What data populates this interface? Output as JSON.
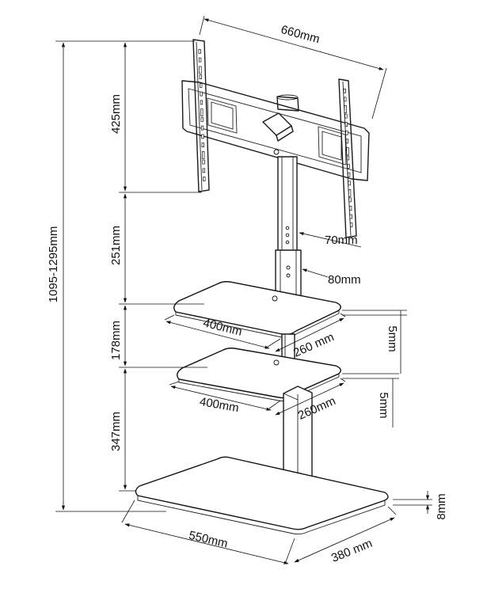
{
  "dimensions": {
    "mount_width": "660mm",
    "height_mount": "425mm",
    "height_column": "251mm",
    "height_total": "1095-1295mm",
    "height_shelf_gap": "178mm",
    "height_lower": "347mm",
    "column_width": "70mm",
    "column_lower_width": "80mm",
    "shelf_upper_width": "400mm",
    "shelf_upper_depth": "260 mm",
    "shelf_upper_thickness": "5mm",
    "shelf_lower_width": "400mm",
    "shelf_lower_depth": "260mm",
    "shelf_lower_thickness": "5mm",
    "base_width": "550mm",
    "base_depth": "380 mm",
    "base_thickness": "8mm"
  }
}
